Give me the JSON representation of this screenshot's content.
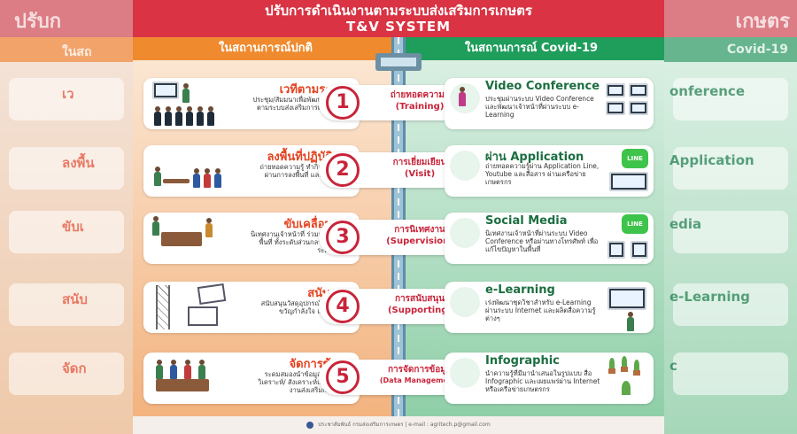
{
  "header": {
    "title_th": "ปรับการดำเนินงานตามระบบส่งเสริมการเกษตร",
    "title_en": "T&V SYSTEM"
  },
  "columns": {
    "left_title": "ในสถานการณ์ปกติ",
    "right_title": "ในสถานการณ์ Covid-19"
  },
  "side": {
    "left_title": "ปรับก",
    "left_sub": "ในสถ",
    "right_title": "เกษตร",
    "right_sub": "Covid-19",
    "left_heads": [
      "เว",
      "ลงพื้น",
      "ขับเ",
      "สนับ",
      "จัดก"
    ],
    "right_heads": [
      "onference",
      "Application",
      "edia",
      "e-Learning",
      "c"
    ]
  },
  "rows": [
    {
      "number": "1",
      "pill_th": "ถ่ายทอดความรู้",
      "pill_en": "(Training)",
      "left_head": "เวทีตามระบบฯ",
      "left_desc": "ประชุม/สัมมนาเพื่อพัฒนาเจ้าหน้าที่ตามระบบส่งเสริมการเกษตรในทุกระดับ",
      "right_head": "Video Conference",
      "right_desc": "ประชุมผ่านระบบ Video Conference และพัฒนาเจ้าหน้าที่ผ่านระบบ e-Learning"
    },
    {
      "number": "2",
      "pill_th": "การเยี่ยมเยียน",
      "pill_en": "(Visit)",
      "left_head": "ลงพื้นที่ปฏิบัติงาน",
      "left_desc": "ถ่ายทอดความรู้ ทำกิจกรรมต่างๆ ผ่านการลงพื้นที่ และการจัดเวทีชุมชน",
      "right_head": "ผ่าน Application",
      "right_desc": "ถ่ายทอดความรู้ผ่าน Application Line, Youtube และสื่อสาร ผ่านเครือข่ายเกษตรกร"
    },
    {
      "number": "3",
      "pill_th": "การนิเทศงาน",
      "pill_en": "(Supervision)",
      "left_head": "ขับเคลื่อนงาน",
      "left_desc": "นิเทศงานเจ้าหน้าที่ ร่วมแก้ปัญหาในพื้นที่ ทั้งระดับส่วนกลาง/เขต และระดับจังหวัด",
      "right_head": "Social Media",
      "right_desc": "นิเทศงานเจ้าหน้าที่ผ่านระบบ Video Conference หรือผ่านทางโทรศัพท์ เพื่อแก้ไขปัญหาในพื้นที่"
    },
    {
      "number": "4",
      "pill_th": "การสนับสนุน",
      "pill_en": "(Supporting)",
      "left_head": "สนับสนุน",
      "left_desc": "สนับสนุนวัสดุอุปกรณ์ โครงสร้าง ขวัญกำลังใจ และวิชาการ",
      "right_head": "e-Learning",
      "right_desc": "เร่งพัฒนาชุดวิชาสำหรับ e-Learning ผ่านระบบ Internet และผลิตสื่อความรู้ต่างๆ"
    },
    {
      "number": "5",
      "pill_th": "การจัดการข้อมูล",
      "pill_en": "(Data Management)",
      "left_head": "จัดการข้อมูล",
      "left_desc": "ระดมสมองนำข้อมูล ในพื้นที่มาวิเคราะห์/ สังเคราะห์และวางแผน งานส่งเสริมการเกษตร",
      "right_head": "Infographic",
      "right_desc": "นำความรู้ที่มีมานำเสนอในรูปแบบ สื่อ Infographic และเผยแพร่ผ่าน Internet หรือเครือข่ายเกษตรกร"
    }
  ],
  "footer": {
    "text": "ประชาสัมพันธ์ กรมส่งเสริมการเกษตร | e-mail : agritech.p@gmail.com"
  },
  "badges": {
    "line": "LINE"
  },
  "colors": {
    "header_red": "#d93344",
    "orange": "#f08a2e",
    "green": "#1f9d5b",
    "number_red": "#c9243a"
  }
}
